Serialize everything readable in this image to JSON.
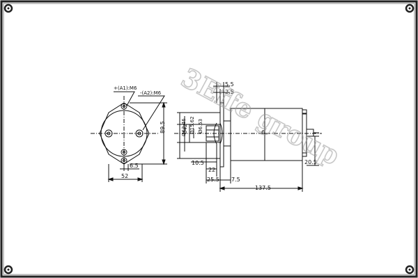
{
  "labels": {
    "terminal_a1": "+(A1):M6",
    "terminal_a2": "-(A2):M6",
    "dim_89_5": "89.5",
    "dim_6_5": "6.5",
    "dim_52": "52",
    "dim_5_5": "5.5",
    "dim_2_5": "2.5",
    "dim_d63_46": "Ø63.46",
    "dim_d42": "Ø42",
    "dim_d15_62": "Ø15.62",
    "dim_d6_53": "Ø6.53",
    "dim_10_5": "10.5",
    "dim_22": "22",
    "dim_25_5": "25.5",
    "dim_7_5": "7.5",
    "dim_137_5": "137.5",
    "dim_20_5": "20.5"
  },
  "watermark": "3Effe group",
  "colors": {
    "line": "#111111",
    "frame": "#222222",
    "watermark": "#bdbdbd"
  }
}
